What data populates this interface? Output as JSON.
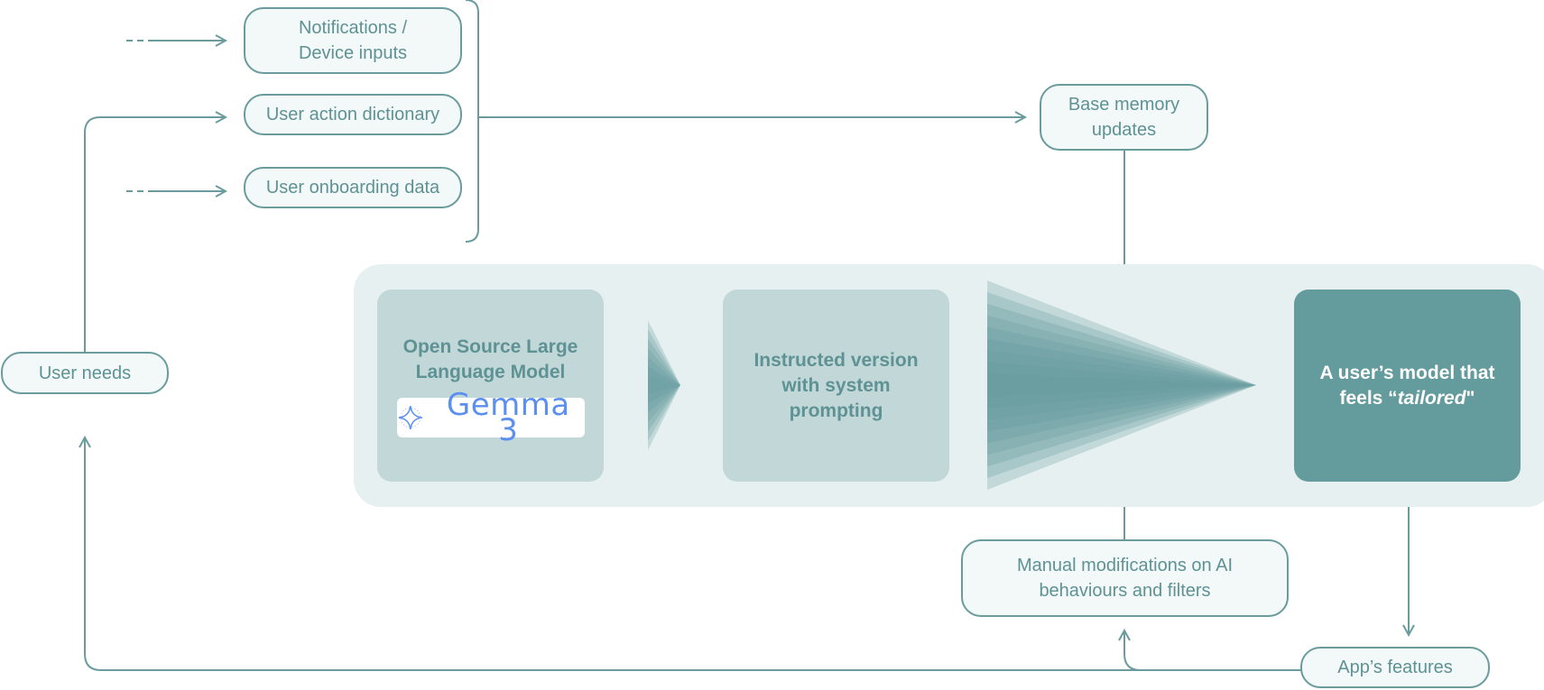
{
  "inputs": {
    "notifications": [
      "Notifications /",
      "Device inputs"
    ],
    "action_dictionary": "User action dictionary",
    "onboarding": "User onboarding data"
  },
  "user_needs": "User needs",
  "base_memory": [
    "Base memory",
    "updates"
  ],
  "llm": {
    "title": [
      "Open Source Large",
      "Language Model"
    ],
    "logo_text": "Gemma 3",
    "logo_icon": "sparkle-icon"
  },
  "instructed": [
    "Instructed version",
    "with system",
    "prompting"
  ],
  "tailored": {
    "line1": "A user’s model that",
    "line2_prefix": "feels “",
    "line2_em": "tailored",
    "line2_suffix": "\""
  },
  "manual": [
    "Manual modifications on AI",
    "behaviours and filters"
  ],
  "app_features": "App’s features",
  "colors": {
    "stroke": "#6a9c9e",
    "text": "#5e9294",
    "panel": "#e7f0f0",
    "card": "#c2d7d8",
    "card_dark": "#649b9d",
    "logo": "#5b8ff0"
  }
}
